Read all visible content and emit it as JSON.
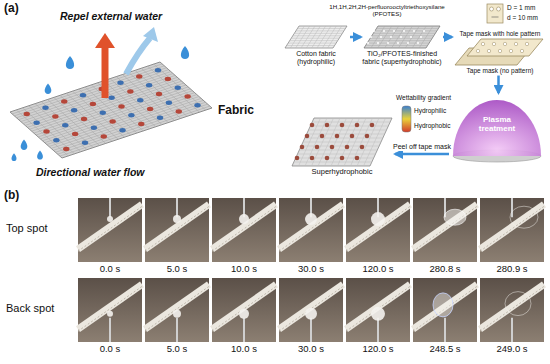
{
  "diagram": {
    "nodes": [
      {
        "text": [
          "Cotton fabric (hydrophilic)"
        ]
      },
      {
        "text": [
          "TiO₂/PFOTES-finished fabric (superhydrophobic)"
        ]
      },
      {
        "text": [
          "Tape mask with hole pattern",
          "Tape mask (no pattern)"
        ]
      },
      {
        "text": [
          "Plasma treatment"
        ]
      },
      {
        "text": [
          "Superhydrophobic"
        ]
      }
    ],
    "edges": [
      {
        "from": 0,
        "to": 1,
        "arrow": "to"
      },
      {
        "from": 1,
        "to": 2,
        "arrow": "to"
      },
      {
        "from": 2,
        "to": 3,
        "arrow": "to"
      },
      {
        "from": 3,
        "to": 4,
        "label": "Peel off tape mask",
        "arrow": "to"
      }
    ],
    "labels": [
      "(a)",
      "Repel external water",
      "Fabric",
      "Directional water flow",
      "1H,1H,2H,2H-perfluorooctyltriethoxysilane (PFOTES)",
      "D = 1 mm",
      "d = 10 mm",
      "Wettability gradient",
      "Hydrophilic",
      "Hydrophobic",
      "(b)",
      "Top spot",
      "Back spot",
      "0.0 s",
      "5.0 s",
      "10.0 s",
      "30.0 s",
      "120.0 s",
      "280.8 s",
      "280.9 s",
      "0.0 s",
      "5.0 s",
      "10.0 s",
      "30.0 s",
      "120.0 s",
      "248.5 s",
      "249.0 s"
    ]
  }
}
